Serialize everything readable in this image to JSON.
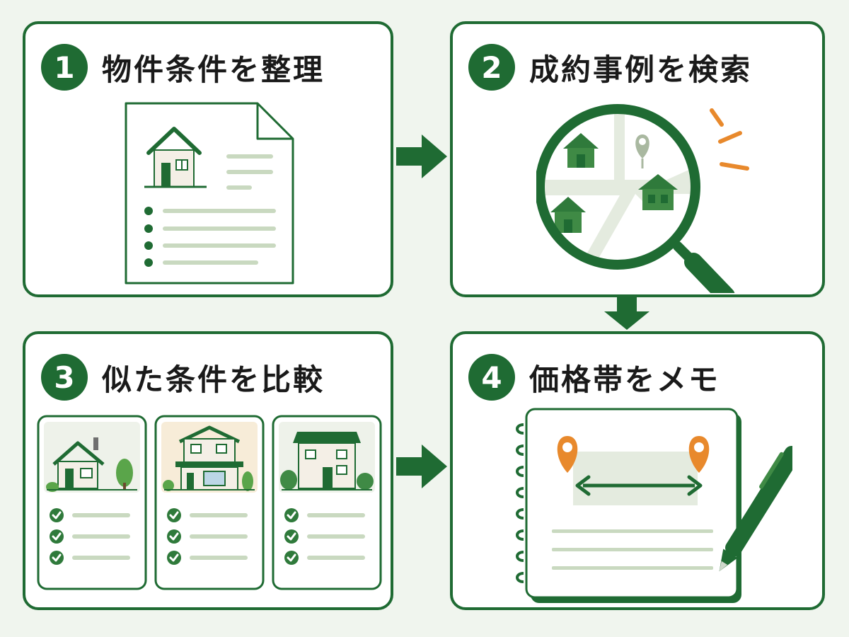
{
  "steps": [
    {
      "number": "1",
      "title": "物件条件を整理"
    },
    {
      "number": "2",
      "title": "成約事例を検索"
    },
    {
      "number": "3",
      "title": "似た条件を比較"
    },
    {
      "number": "4",
      "title": "価格帯をメモ"
    }
  ],
  "colors": {
    "primary_green": "#1f6b33",
    "light_green": "#c9d9c0",
    "accent_orange": "#e8892c",
    "background": "#f0f5ee"
  },
  "icons": {
    "step1": "property-document-icon",
    "step2": "magnifier-map-icon",
    "step3": "house-comparison-cards-icon",
    "step4": "notebook-price-range-icon"
  }
}
